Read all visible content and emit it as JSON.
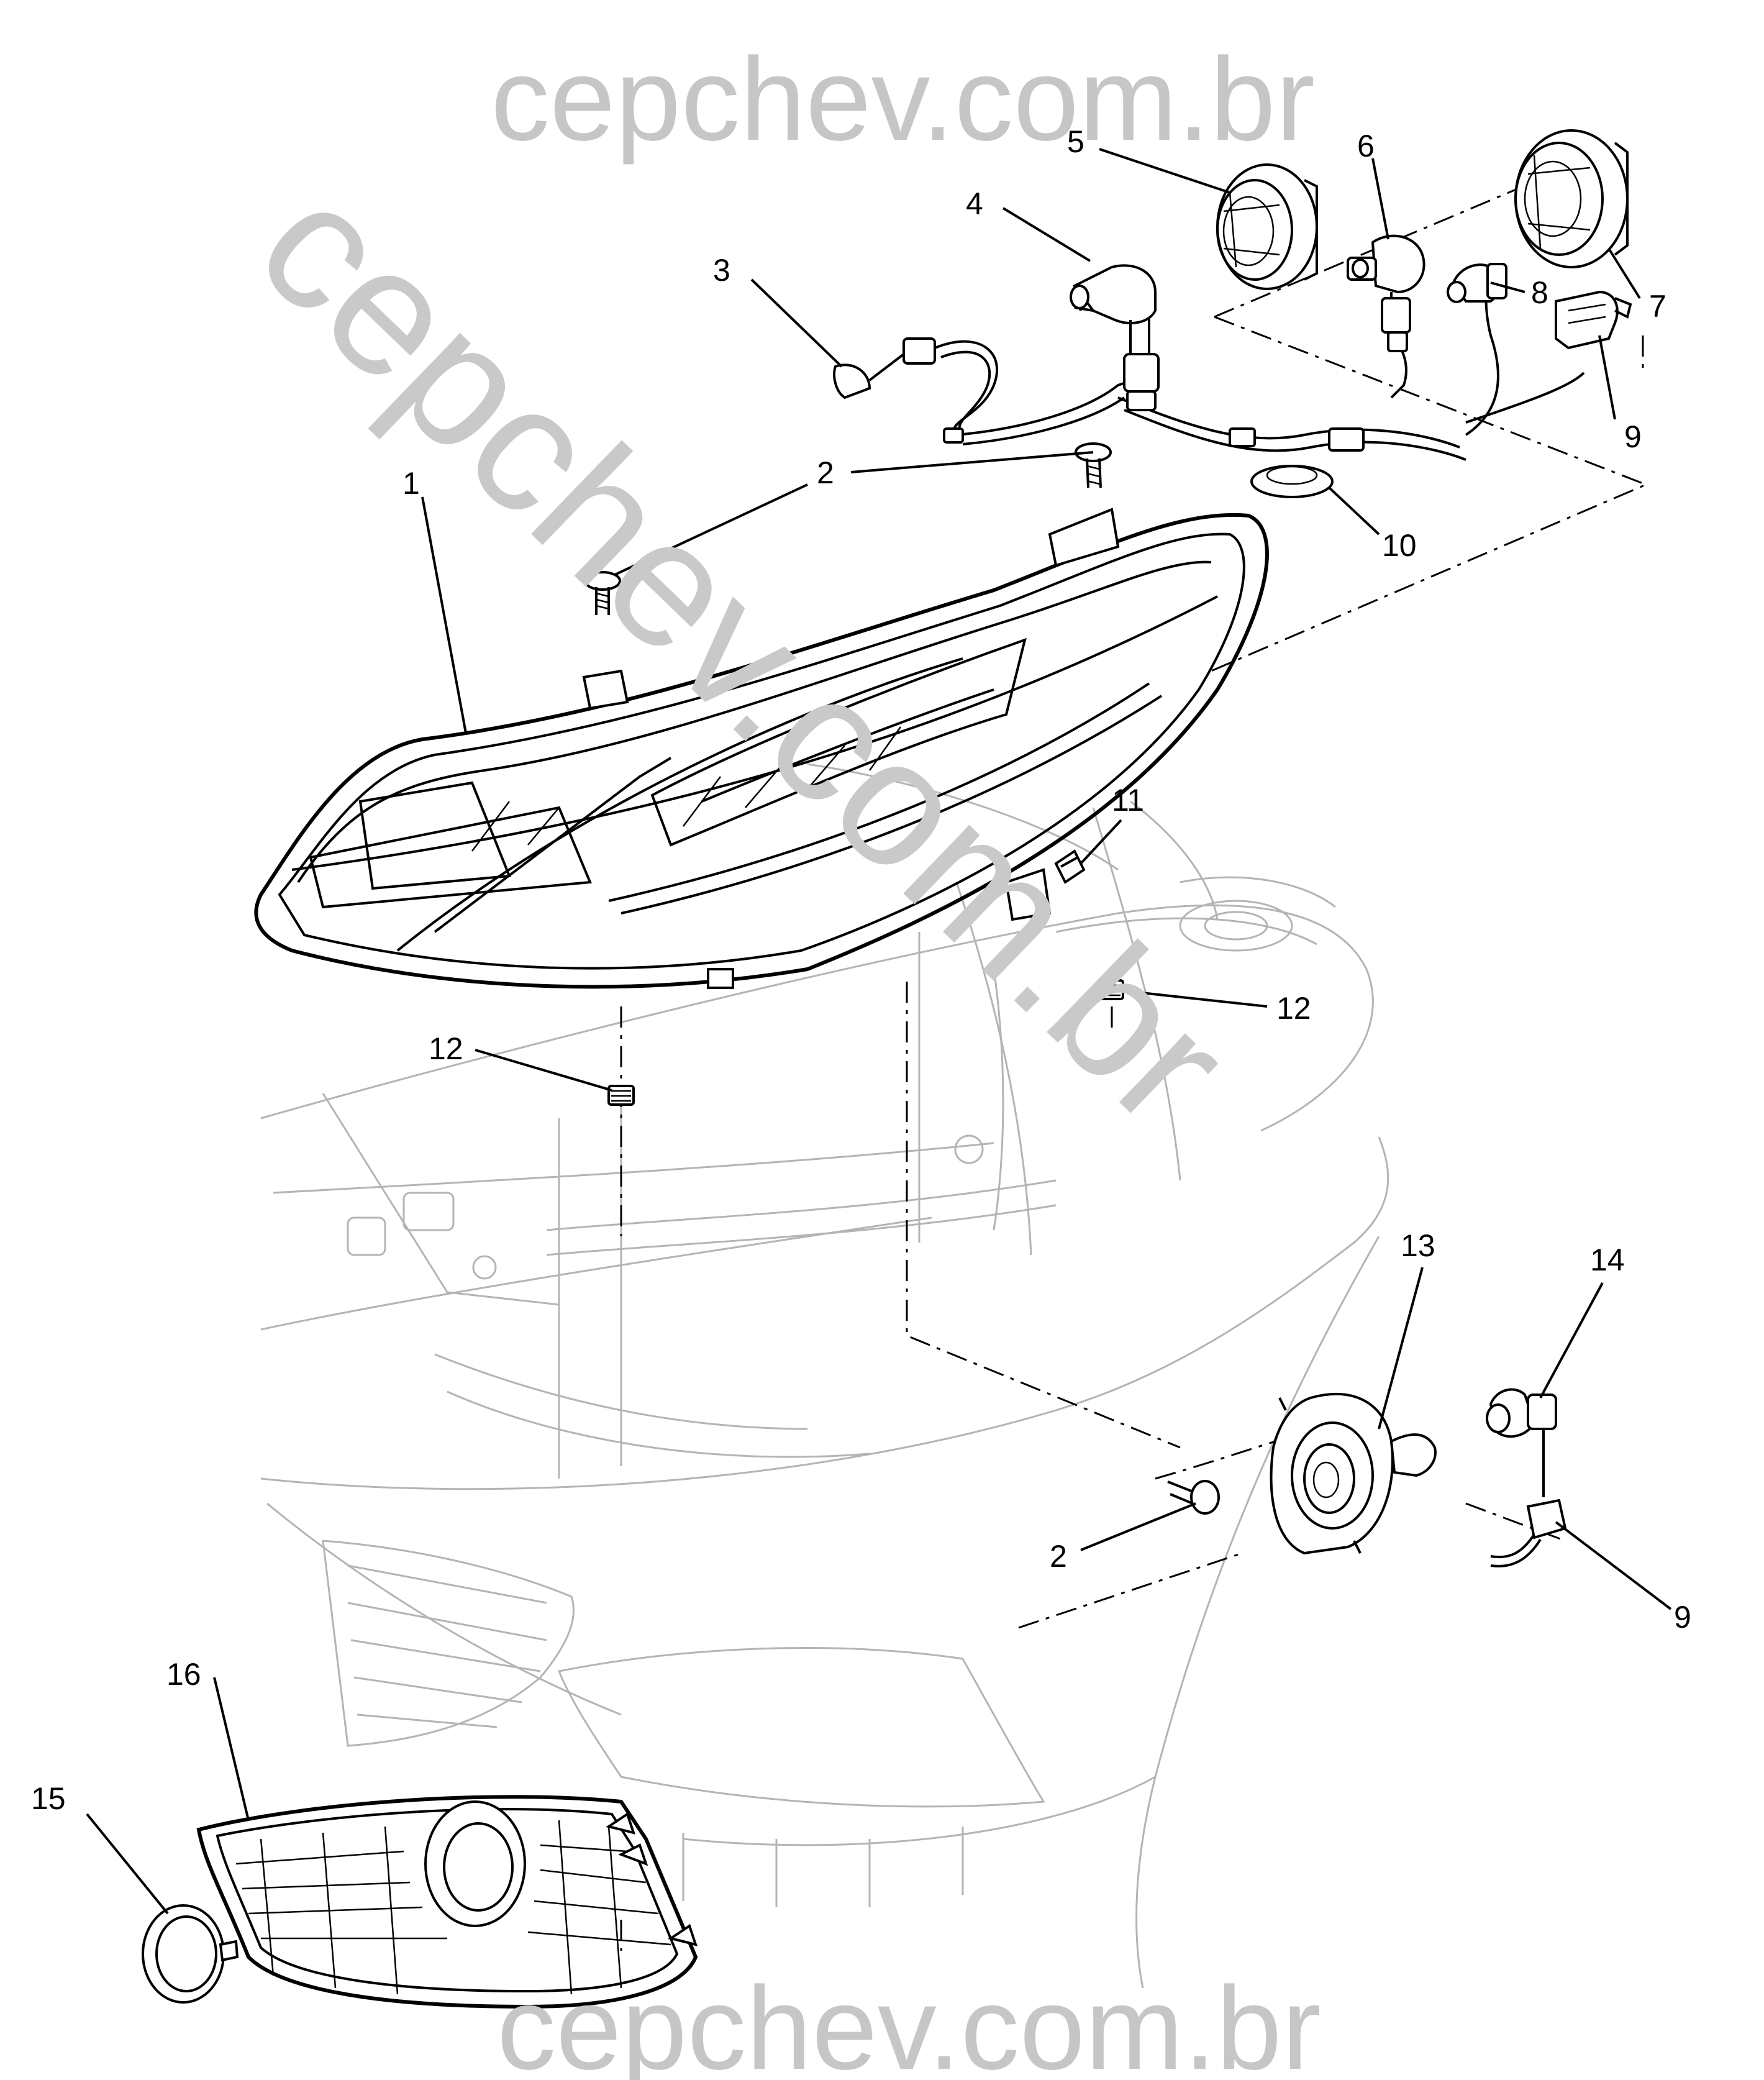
{
  "watermarks": {
    "top": "cepchev.com.br",
    "bottom": "cepchev.com.br",
    "diagonal": "cepchev.com.br"
  },
  "callouts": [
    {
      "id": "1",
      "label": "1"
    },
    {
      "id": "2",
      "label": "2"
    },
    {
      "id": "2b",
      "label": "2"
    },
    {
      "id": "3",
      "label": "3"
    },
    {
      "id": "4",
      "label": "4"
    },
    {
      "id": "5",
      "label": "5"
    },
    {
      "id": "6",
      "label": "6"
    },
    {
      "id": "7",
      "label": "7"
    },
    {
      "id": "8",
      "label": "8"
    },
    {
      "id": "9",
      "label": "9"
    },
    {
      "id": "9b",
      "label": "9"
    },
    {
      "id": "10",
      "label": "10"
    },
    {
      "id": "11",
      "label": "11"
    },
    {
      "id": "12",
      "label": "12"
    },
    {
      "id": "12b",
      "label": "12"
    },
    {
      "id": "13",
      "label": "13"
    },
    {
      "id": "14",
      "label": "14"
    },
    {
      "id": "15",
      "label": "15"
    },
    {
      "id": "16",
      "label": "16"
    }
  ]
}
